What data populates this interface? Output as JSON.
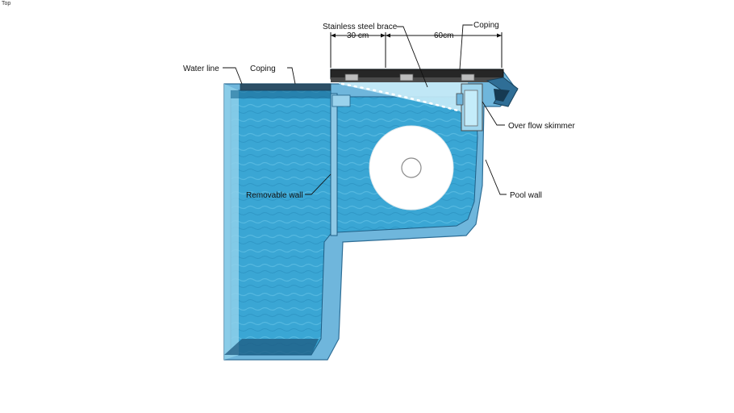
{
  "view": {
    "label": "Top"
  },
  "colors": {
    "water": "#3aa6d4",
    "water_light": "#8fd0ea",
    "wall": "#6fb6dc",
    "coping": "#2a2a2a",
    "disc": "#ffffff"
  },
  "labels": {
    "stainless_brace": "Stainless steel brace",
    "coping_top": "Coping",
    "dim_30": "30 cm",
    "dim_60": "60cm",
    "water_line": "Water line",
    "coping_left": "Coping",
    "over_flow": "Over flow skimmer",
    "removable_wall": "Removable wall",
    "pool_wall": "Pool wall"
  }
}
